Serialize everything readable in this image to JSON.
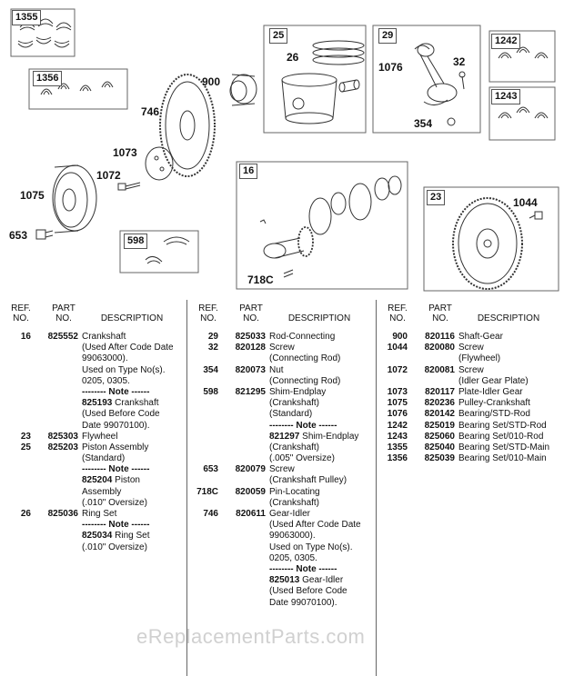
{
  "callouts": [
    {
      "id": "c900",
      "text": "900"
    },
    {
      "id": "c746",
      "text": "746"
    },
    {
      "id": "c1073",
      "text": "1073"
    },
    {
      "id": "c1072",
      "text": "1072"
    },
    {
      "id": "c1075",
      "text": "1075"
    },
    {
      "id": "c653",
      "text": "653"
    },
    {
      "id": "c26",
      "text": "26"
    },
    {
      "id": "c1076",
      "text": "1076"
    },
    {
      "id": "c32",
      "text": "32"
    },
    {
      "id": "c354",
      "text": "354"
    },
    {
      "id": "c718C",
      "text": "718C"
    },
    {
      "id": "c1044",
      "text": "1044"
    }
  ],
  "boxes": [
    {
      "id": "b1355",
      "text": "1355"
    },
    {
      "id": "b1356",
      "text": "1356"
    },
    {
      "id": "b25",
      "text": "25"
    },
    {
      "id": "b29",
      "text": "29"
    },
    {
      "id": "b1242",
      "text": "1242"
    },
    {
      "id": "b1243",
      "text": "1243"
    },
    {
      "id": "b598",
      "text": "598"
    },
    {
      "id": "b16",
      "text": "16"
    },
    {
      "id": "b23",
      "text": "23"
    }
  ],
  "table": {
    "header": {
      "ref": "REF.",
      "no": "NO.",
      "part": "PART",
      "part_no": "NO.",
      "description": "DESCRIPTION"
    },
    "watermark": "eReplacementParts.com",
    "columns": [
      [
        {
          "ref": "16",
          "part": "825552",
          "desc": "Crankshaft"
        },
        {
          "desc": "(Used After Code Date"
        },
        {
          "desc": "99063000)."
        },
        {
          "desc": "Used on Type No(s)."
        },
        {
          "desc": "0205, 0305."
        },
        {
          "desc": "-------- Note ------",
          "note": true
        },
        {
          "desc": "825193 Crankshaft",
          "bold_part": "825193",
          "rest": " Crankshaft"
        },
        {
          "desc": "(Used Before Code"
        },
        {
          "desc": "Date 99070100)."
        },
        {
          "ref": "23",
          "part": "825303",
          "desc": "Flywheel"
        },
        {
          "ref": "25",
          "part": "825203",
          "desc": "Piston Assembly"
        },
        {
          "desc": "(Standard)"
        },
        {
          "desc": "-------- Note ------",
          "note": true
        },
        {
          "desc": "825204 Piston",
          "bold_part": "825204",
          "rest": " Piston"
        },
        {
          "desc": "Assembly"
        },
        {
          "desc": "(.010\" Oversize)"
        },
        {
          "ref": "26",
          "part": "825036",
          "desc": "Ring Set"
        },
        {
          "desc": "-------- Note ------",
          "note": true
        },
        {
          "desc": "825034 Ring Set",
          "bold_part": "825034",
          "rest": " Ring Set"
        },
        {
          "desc": "(.010\" Oversize)"
        }
      ],
      [
        {
          "ref": "29",
          "part": "825033",
          "desc": "Rod-Connecting"
        },
        {
          "ref": "32",
          "part": "820128",
          "desc": "Screw"
        },
        {
          "desc": "(Connecting Rod)"
        },
        {
          "ref": "354",
          "part": "820073",
          "desc": "Nut"
        },
        {
          "desc": "(Connecting Rod)"
        },
        {
          "ref": "598",
          "part": "821295",
          "desc": "Shim-Endplay"
        },
        {
          "desc": "(Crankshaft)"
        },
        {
          "desc": "(Standard)"
        },
        {
          "desc": "-------- Note ------",
          "note": true
        },
        {
          "desc": "821297 Shim-Endplay",
          "bold_part": "821297",
          "rest": " Shim-Endplay"
        },
        {
          "desc": "(Crankshaft)"
        },
        {
          "desc": "(.005\" Oversize)"
        },
        {
          "ref": "653",
          "part": "820079",
          "desc": "Screw"
        },
        {
          "desc": "(Crankshaft Pulley)"
        },
        {
          "ref": "718C",
          "part": "820059",
          "desc": "Pin-Locating"
        },
        {
          "desc": "(Crankshaft)"
        },
        {
          "ref": "746",
          "part": "820611",
          "desc": "Gear-Idler"
        },
        {
          "desc": "(Used After Code Date"
        },
        {
          "desc": "99063000)."
        },
        {
          "desc": "Used on Type No(s)."
        },
        {
          "desc": "0205, 0305."
        },
        {
          "desc": "-------- Note ------",
          "note": true
        },
        {
          "desc": "825013 Gear-Idler",
          "bold_part": "825013",
          "rest": " Gear-Idler"
        },
        {
          "desc": "(Used Before Code"
        },
        {
          "desc": "Date 99070100)."
        }
      ],
      [
        {
          "ref": "900",
          "part": "820116",
          "desc": "Shaft-Gear"
        },
        {
          "ref": "1044",
          "part": "820080",
          "desc": "Screw"
        },
        {
          "desc": "(Flywheel)"
        },
        {
          "ref": "1072",
          "part": "820081",
          "desc": "Screw"
        },
        {
          "desc": "(Idler Gear Plate)"
        },
        {
          "ref": "1073",
          "part": "820117",
          "desc": "Plate-Idler Gear"
        },
        {
          "ref": "1075",
          "part": "820236",
          "desc": "Pulley-Crankshaft"
        },
        {
          "ref": "1076",
          "part": "820142",
          "desc": "Bearing/STD-Rod"
        },
        {
          "ref": "1242",
          "part": "825019",
          "desc": "Bearing Set/STD-Rod"
        },
        {
          "ref": "1243",
          "part": "825060",
          "desc": "Bearing Set/010-Rod"
        },
        {
          "ref": "1355",
          "part": "825040",
          "desc": "Bearing Set/STD-Main"
        },
        {
          "ref": "1356",
          "part": "825039",
          "desc": "Bearing Set/010-Main"
        }
      ]
    ]
  }
}
